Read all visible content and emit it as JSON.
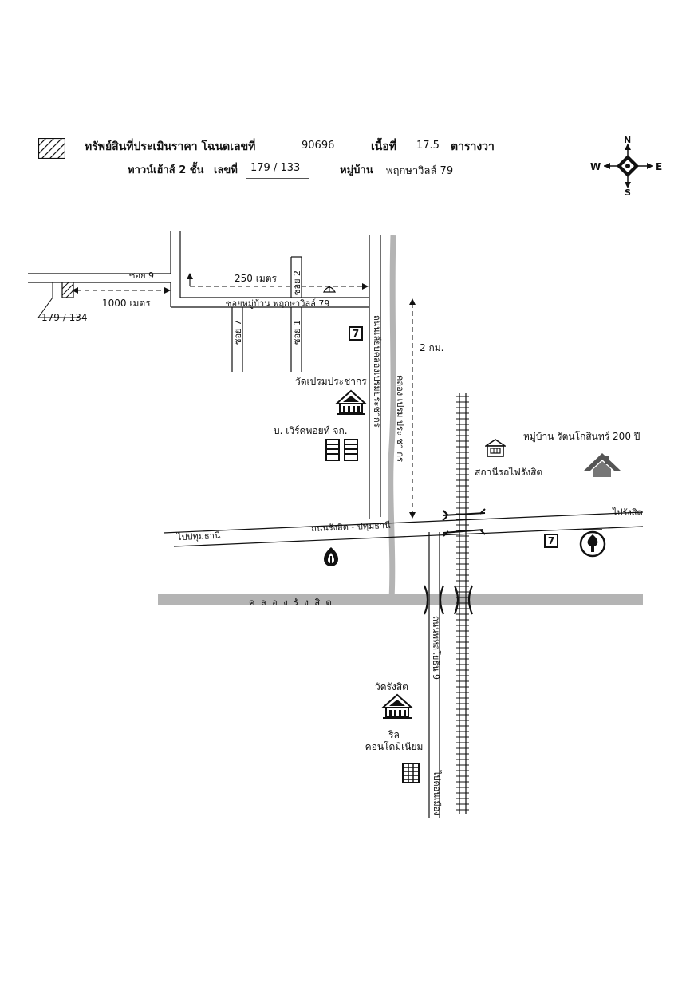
{
  "header": {
    "line1_prefix": "ทรัพย์สินที่ประเมินราคา โฉนดเลขที่",
    "deed_number": "90696",
    "area_label": "เนื้อที่",
    "area_value": "17.5",
    "area_unit": "ตารางวา",
    "property_type": "ทาวน์เฮ้าส์ 2 ชั้น",
    "house_no_label": "เลขที่",
    "house_no": "179 / 133",
    "village_label": "หมู่บ้าน",
    "village_name": "พฤกษาวิลล์ 79"
  },
  "compass": {
    "n": "N",
    "s": "S",
    "e": "E",
    "w": "W"
  },
  "map": {
    "soi9": "ซอย 9",
    "dist_1000": "1000 เมตร",
    "dist_250": "250 เมตร",
    "parcel_no": "179 / 134",
    "soi_village_road": "ซอยหมู่บ้าน พฤกษาวิลล์ 79",
    "soi2": "ซอย 2",
    "soi1": "ซอย 1",
    "soi7": "ซอย 7",
    "dist_2km": "2 กม.",
    "road_left_vertical": "ถนนเลียบคลองเปรมประชากร",
    "road_canal_vertical": "คลอง เปรม ประ ชา กร",
    "wat_prem": "วัดเปรมประชากร",
    "company": "บ. เวิร์คพอยท์ จก.",
    "village_ratana": "หมู่บ้าน รัตนโกสินทร์ 200 ปี",
    "station": "สถานีรถไฟรังสิต",
    "to_rangsit": "ไปรังสิต",
    "to_pathum": "ไปปทุมธานี",
    "main_road": "ถนนรังสิต - ปทุมธานี",
    "canal_rangsit": "ค ล อ ง รั ง สิ ต",
    "phahon_road": "ถนนพหลโยธิน 9",
    "to_donmueang": "ไปดอนเมือง",
    "wat_rangsit": "วัดรังสิต",
    "condo": "ริล คอนโดมิเนียม",
    "seven_eleven": "7"
  },
  "colors": {
    "ink": "#111111",
    "canal": "#b4b4b4",
    "hatch": "#333333"
  }
}
